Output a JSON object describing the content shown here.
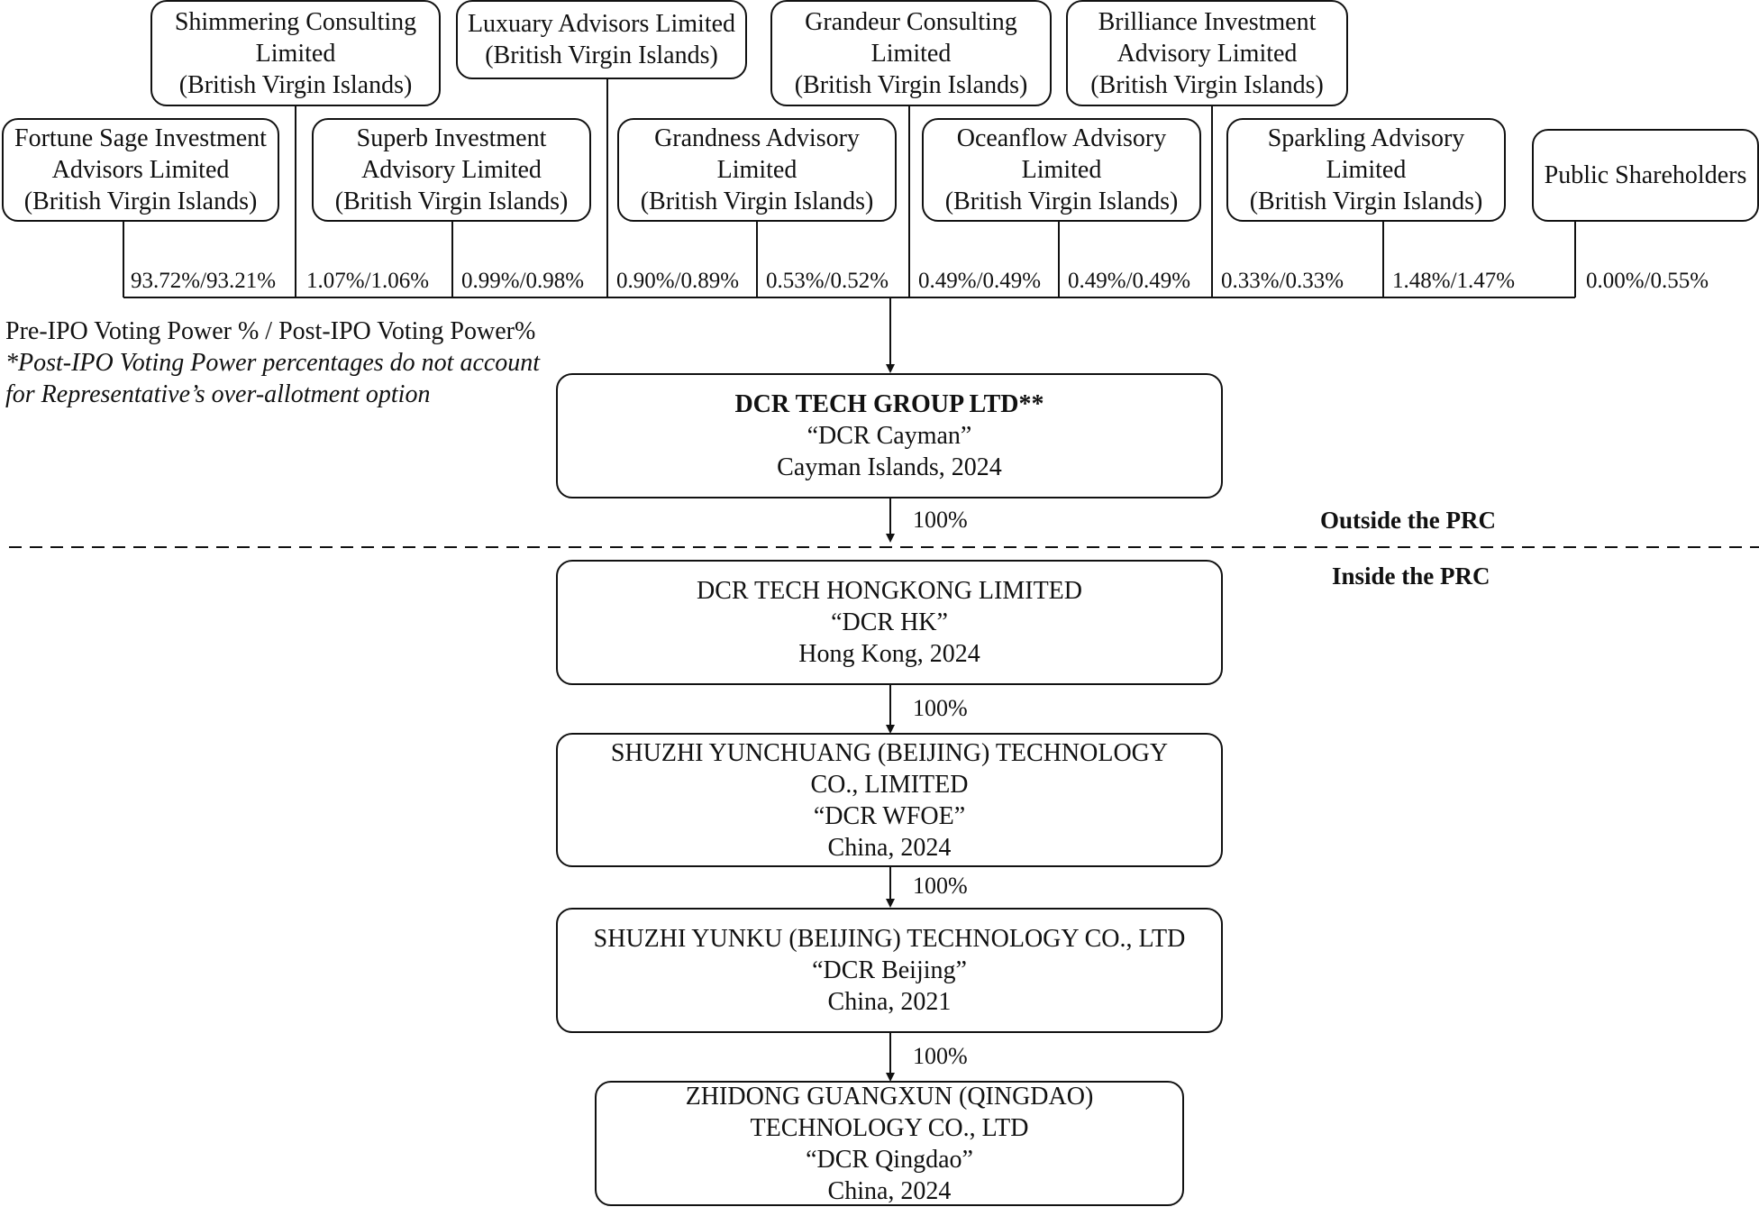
{
  "shareholders_top": [
    {
      "name1": "Shimmering Consulting",
      "name2": "Limited",
      "jurisdiction": "(British Virgin Islands)"
    },
    {
      "name1": "Luxuary Advisors Limited",
      "jurisdiction": "(British Virgin Islands)"
    },
    {
      "name1": "Grandeur Consulting",
      "name2": "Limited",
      "jurisdiction": "(British Virgin Islands)"
    },
    {
      "name1": "Brilliance Investment",
      "name2": "Advisory Limited",
      "jurisdiction": "(British Virgin Islands)"
    }
  ],
  "shareholders_bottom": [
    {
      "name1": "Fortune Sage Investment",
      "name2": "Advisors Limited",
      "jurisdiction": "(British Virgin Islands)"
    },
    {
      "name1": "Superb Investment",
      "name2": "Advisory Limited",
      "jurisdiction": "(British Virgin Islands)"
    },
    {
      "name1": "Grandness Advisory",
      "name2": "Limited",
      "jurisdiction": "(British Virgin Islands)"
    },
    {
      "name1": "Oceanflow Advisory",
      "name2": "Limited",
      "jurisdiction": "(British Virgin Islands)"
    },
    {
      "name1": "Sparkling Advisory",
      "name2": "Limited",
      "jurisdiction": "(British Virgin Islands)"
    },
    {
      "name1": "Public Shareholders"
    }
  ],
  "voting_percentages": [
    "93.72%/93.21%",
    "1.07%/1.06%",
    "0.99%/0.98%",
    "0.90%/0.89%",
    "0.53%/0.52%",
    "0.49%/0.49%",
    "0.49%/0.49%",
    "0.33%/0.33%",
    "1.48%/1.47%",
    "0.00%/0.55%"
  ],
  "notes": {
    "line1": "Pre-IPO Voting Power % / Post-IPO Voting Power%",
    "line2": "*Post-IPO Voting Power percentages do not account",
    "line3": "for Representative’s over-allotment option"
  },
  "entities": [
    {
      "name": "DCR TECH GROUP LTD**",
      "alias": "“DCR Cayman”",
      "place": "Cayman Islands, 2024"
    },
    {
      "name": "DCR TECH HONGKONG LIMITED",
      "alias": "“DCR HK”",
      "place": "Hong Kong, 2024"
    },
    {
      "name1": "SHUZHI YUNCHUANG (BEIJING) TECHNOLOGY",
      "name2": "CO., LIMITED",
      "alias": "“DCR WFOE”",
      "place": "China, 2024"
    },
    {
      "name": "SHUZHI YUNKU (BEIJING) TECHNOLOGY CO., LTD",
      "alias": "“DCR Beijing”",
      "place": "China, 2021"
    },
    {
      "name1": "ZHIDONG GUANGXUN (QINGDAO)",
      "name2": "TECHNOLOGY CO., LTD",
      "alias": "“DCR Qingdao”",
      "place": "China, 2024"
    }
  ],
  "ownership_links": [
    "100%",
    "100%",
    "100%",
    "100%"
  ],
  "regions": {
    "outside": "Outside the PRC",
    "inside": "Inside the PRC"
  }
}
